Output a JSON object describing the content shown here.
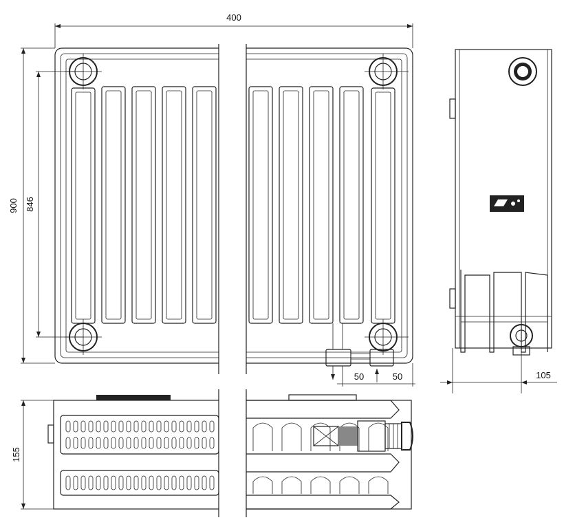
{
  "dimensions": {
    "width": "400",
    "height": "900",
    "connection_spacing": "846",
    "depth": "155",
    "side_offset": "105",
    "pipe_offset_left": "50",
    "pipe_offset_right": "50"
  },
  "colors": {
    "line": "#222222",
    "background": "#ffffff",
    "break_band": "#ffffff"
  }
}
